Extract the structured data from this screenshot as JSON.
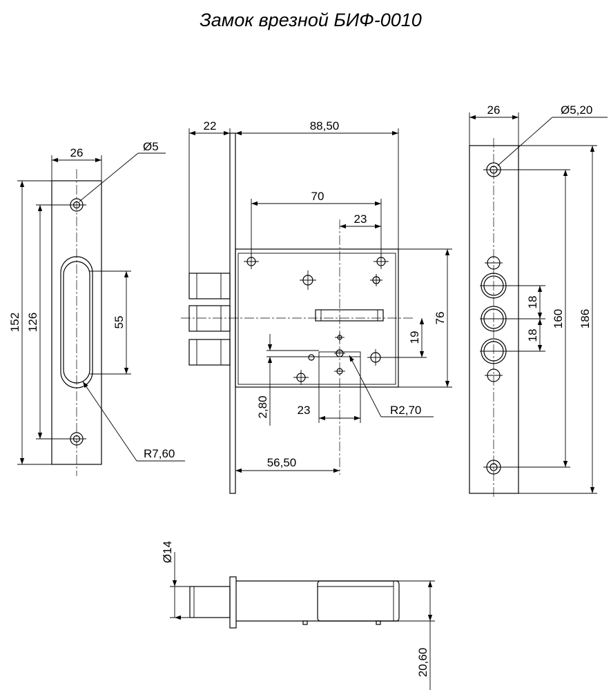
{
  "title": "Замок врезной БИФ-0010",
  "strike_plate": {
    "width": "26",
    "hole_diameter": "Ø5",
    "total_height": "152",
    "hole_spacing": "126",
    "slot_length": "55",
    "slot_radius": "R7,60"
  },
  "lock_body": {
    "bolt_projection": "22",
    "total_depth": "88,50",
    "mount_hole_spacing": "70",
    "hole_offset": "23",
    "body_height": "76",
    "spindle_offset": "19",
    "small_offset": "2,80",
    "keyhole_offset": "23",
    "keyhole_radius": "R2,70",
    "backset": "56,50"
  },
  "faceplate": {
    "width": "26",
    "hole_diameter": "Ø5,20",
    "bolt_spacing_1": "18",
    "bolt_spacing_2": "18",
    "hole_spacing": "160",
    "total_height": "186"
  },
  "bottom_view": {
    "bolt_diameter": "Ø14",
    "thickness": "20,60"
  }
}
